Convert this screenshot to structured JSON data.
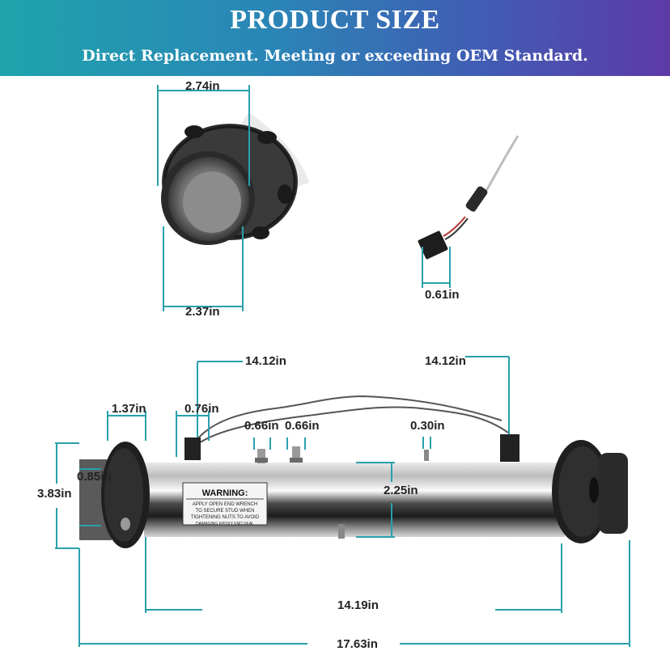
{
  "header": {
    "title": "PRODUCT SIZE",
    "subtitle": "Direct Replacement. Meeting or exceeding OEM Standard."
  },
  "dimensions": {
    "union_outer": "2.74in",
    "union_inner": "2.37in",
    "plug_width": "0.61in",
    "cord_left": "14.12in",
    "cord_right": "14.12in",
    "nut_width": "1.37in",
    "port_width": "0.76in",
    "terminal_1": "0.66in",
    "terminal_2": "0.66in",
    "sensor_width": "0.30in",
    "inner_diameter": "0.85in",
    "outer_diameter": "3.83in",
    "tube_diameter": "2.25in",
    "tube_length": "14.19in",
    "overall_length": "17.63in"
  },
  "label": {
    "heading": "WARNING:",
    "lines": [
      "APPLY OPEN END WRENCH",
      "TO SECURE STUD WHEN",
      "TIGHTENING NUTS TO AVOID",
      "DAMAGING EPOXY END SEAL"
    ]
  },
  "colors": {
    "dimension_line": "#2aa0ac",
    "banner_start": "#1fa3ac",
    "banner_end": "#5d3aa7"
  }
}
